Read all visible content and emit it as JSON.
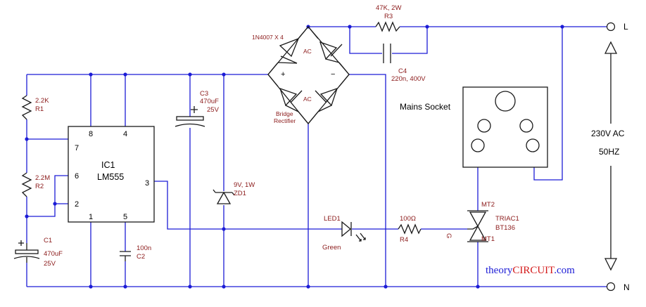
{
  "components": {
    "r1": {
      "value": "2.2K",
      "ref": "R1"
    },
    "r2": {
      "value": "2.2M",
      "ref": "R2"
    },
    "c1": {
      "ref": "C1",
      "value": "470uF",
      "voltage": "25V"
    },
    "c2": {
      "value": "100n",
      "ref": "C2"
    },
    "c3": {
      "ref": "C3",
      "value": "470uF",
      "voltage": "25V"
    },
    "zd1": {
      "value": "9V, 1W",
      "ref": "ZD1"
    },
    "r3": {
      "value": "47K, 2W",
      "ref": "R3"
    },
    "c4": {
      "ref": "C4",
      "value": "220n, 400V"
    },
    "led1": {
      "ref": "LED1",
      "color": "Green"
    },
    "r4": {
      "value": "100Ω",
      "ref": "R4"
    },
    "triac": {
      "ref": "TRIAC1",
      "part": "BT136",
      "mt1": "MT1",
      "mt2": "MT2",
      "gate": "G"
    },
    "bridge": {
      "part": "1N4007 X 4",
      "ac_top": "AC",
      "ac_bottom": "AC",
      "plus": "+",
      "minus": "−",
      "label_line1": "Bridge",
      "label_line2": "Rectifier"
    }
  },
  "ic1": {
    "ref": "IC1",
    "part": "LM555",
    "pins": {
      "p1": "1",
      "p2": "2",
      "p3": "3",
      "p4": "4",
      "p5": "5",
      "p6": "6",
      "p7": "7",
      "p8": "8"
    }
  },
  "socket": {
    "label": "Mains Socket"
  },
  "supply": {
    "voltage": "230V AC",
    "frequency": "50HZ",
    "line": "L",
    "neutral": "N"
  },
  "watermark": {
    "part1": "theory",
    "part2": "CIRCUIT",
    "part3": ".com"
  }
}
